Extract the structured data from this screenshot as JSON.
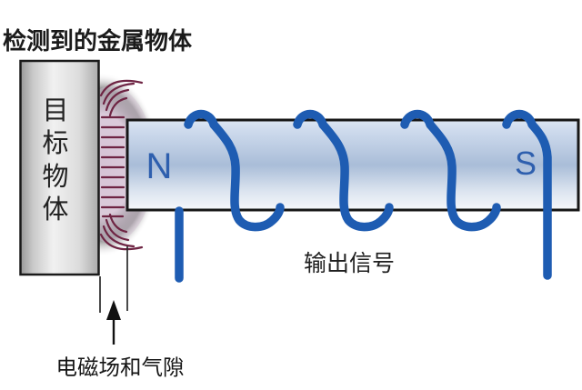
{
  "diagram": {
    "type": "inductive-sensor-schematic",
    "labels": {
      "detected_object": "检测到的金属物体",
      "target_object": "目标物体",
      "target_object_chars": [
        "目",
        "标",
        "物",
        "体"
      ],
      "north_pole": "N",
      "south_pole": "S",
      "output_signal": "输出信号",
      "air_gap": "电磁场和气隙"
    },
    "colors": {
      "background": "#ffffff",
      "coil": "#1e5cb2",
      "pole_letter": "#2e5fae",
      "field_line": "#6e2443",
      "field_glow": "#ddcbdc",
      "magnet_border": "#161616",
      "target_border": "#1a1a1a",
      "text": "#1b1b1b"
    }
  }
}
